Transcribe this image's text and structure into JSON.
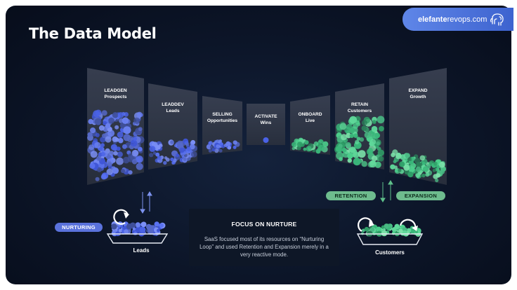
{
  "title": "The Data Model",
  "brand": {
    "name_bold": "elefante",
    "name_rest": "revops.com",
    "separator": "|",
    "logo_icon": "elephant-icon"
  },
  "stages": [
    {
      "line1": "LEADGEN",
      "line2": "Prospects",
      "fill": 0.62
    },
    {
      "line1": "LEADDEV",
      "line2": "Leads",
      "fill": 0.3
    },
    {
      "line1": "SELLING",
      "line2": "Opportunities",
      "fill": 0.22
    },
    {
      "line1": "ACTIVATE",
      "line2": "Wins",
      "fill": 0.05
    },
    {
      "line1": "ONBOARD",
      "line2": "Live",
      "fill": 0.22
    },
    {
      "line1": "RETAIN",
      "line2": "Customers",
      "fill": 0.6
    },
    {
      "line1": "EXPAND",
      "line2": "Growth",
      "fill": 0.22
    }
  ],
  "labels": {
    "nurturing": "NURTURING",
    "retention": "RETENTION",
    "expansion": "EXPANSION",
    "leads": "Leads",
    "customers": "Customers"
  },
  "note": {
    "heading": "FOCUS ON NURTURE",
    "body": "SaaS focused most of its resources on “Nurturing Loop” and used Retention and Expansion merely in a very reactive mode."
  },
  "colors": {
    "blue": "#4a62e6",
    "green": "#3ab77a",
    "pill_blue": "#5a72dc",
    "pill_green": "#6ebc8e"
  }
}
